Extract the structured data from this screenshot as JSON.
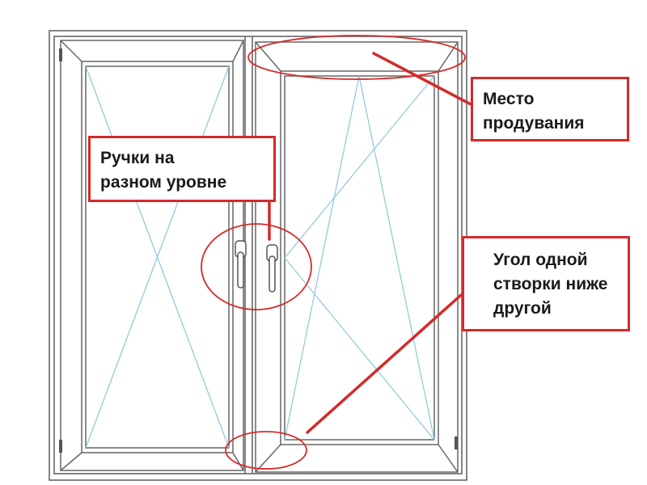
{
  "annotations": {
    "draft_zone": {
      "lines": [
        "Место",
        "продувания"
      ]
    },
    "handles": {
      "lines": [
        "Ручки на",
        "разном уровне"
      ]
    },
    "sash_corner": {
      "lines": [
        "Угол одной",
        "створки ниже",
        "другой"
      ]
    }
  },
  "colors": {
    "accent": "#d42a2a",
    "frame_stroke": "#666666",
    "opening_diagonals": "#8cc8d8",
    "background": "#ffffff"
  }
}
